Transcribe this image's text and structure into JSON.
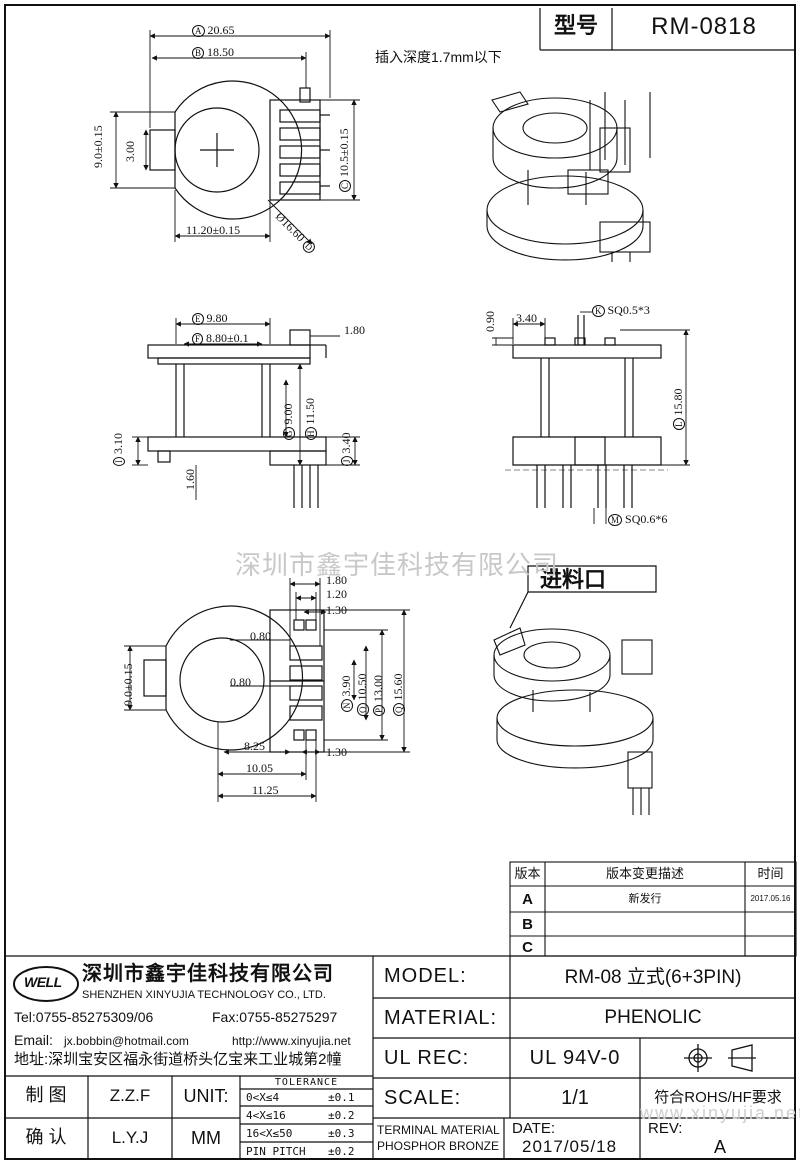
{
  "header": {
    "label": "型号",
    "value": "RM-0818"
  },
  "note": "插入深度1.7mm以下",
  "feed_label": "进料口",
  "watermark": "深圳市鑫宇佳科技有限公司",
  "watermark_url": "www.xinyujia.net",
  "dims_top": {
    "A": "20.65",
    "B": "18.50",
    "h1": "9.0±0.15",
    "w1": "3.00",
    "C": "10.5±0.15",
    "w2": "11.20±0.15",
    "D": "Ø16.60"
  },
  "dims_front": {
    "E": "9.80",
    "F": "8.80±0.1",
    "p": "1.80",
    "G": "9.00",
    "H": "11.50",
    "I": "3.10",
    "J": "3.40",
    "b": "1.60"
  },
  "dims_side": {
    "t": "0.90",
    "w": "3.40",
    "K": "SQ0.5*3",
    "L": "15.80",
    "M": "SQ0.6*6"
  },
  "dims_bottom": {
    "a": "1.80",
    "b": "1.20",
    "c": "1.30",
    "d": "0.80",
    "e": "0.80",
    "h": "9.0±0.15",
    "N": "3.90",
    "O": "10.50",
    "P": "13.00",
    "Q": "15.60",
    "f": "8.25",
    "g": "1.30",
    "i": "10.05",
    "j": "11.25"
  },
  "circle_letters": [
    "A",
    "B",
    "C",
    "D",
    "E",
    "F",
    "G",
    "H",
    "I",
    "J",
    "K",
    "L",
    "M",
    "N",
    "O",
    "P",
    "Q"
  ],
  "revision": {
    "headers": [
      "版本",
      "版本变更描述",
      "时间"
    ],
    "rows": [
      {
        "ver": "A",
        "desc": "新发行",
        "date": "2017.05.16"
      },
      {
        "ver": "B",
        "desc": "",
        "date": ""
      },
      {
        "ver": "C",
        "desc": "",
        "date": ""
      }
    ]
  },
  "company": {
    "logo": "WELL",
    "name_cn": "深圳市鑫宇佳科技有限公司",
    "name_en": "SHENZHEN XINYUJIA TECHNOLOGY CO., LTD.",
    "tel": "Tel:0755-85275309/06",
    "fax": "Fax:0755-85275297",
    "email_label": "Email:",
    "email": "jx.bobbin@hotmail.com",
    "web": "http://www.xinyujia.net",
    "address": "地址:深圳宝安区福永街道桥头亿宝来工业城第2幢"
  },
  "title_block": {
    "model_label": "MODEL:",
    "model": "RM-08 立式(6+3PIN)",
    "material_label": "MATERIAL:",
    "material": "PHENOLIC",
    "ulrec_label": "UL REC:",
    "ulrec": "UL 94V-0",
    "scale_label": "SCALE:",
    "scale": "1/1",
    "compliance": "符合ROHS/HF要求",
    "terminal_l1": "TERMINAL MATERIAL",
    "terminal_l2": "PHOSPHOR BRONZE",
    "date_label": "DATE:",
    "date": "2017/05/18",
    "rev_label": "REV:",
    "rev": "A"
  },
  "signoff": {
    "draw_label": "制 图",
    "draw": "Z.Z.F",
    "check_label": "确 认",
    "check": "L.Y.J",
    "unit_label": "UNIT:",
    "unit": "MM"
  },
  "tolerance": {
    "title": "TOLERANCE",
    "rows": [
      {
        "range": "0<X≤4",
        "val": "±0.1"
      },
      {
        "range": "4<X≤16",
        "val": "±0.2"
      },
      {
        "range": "16<X≤50",
        "val": "±0.3"
      },
      {
        "range": "PIN PITCH",
        "val": "±0.2"
      }
    ]
  }
}
